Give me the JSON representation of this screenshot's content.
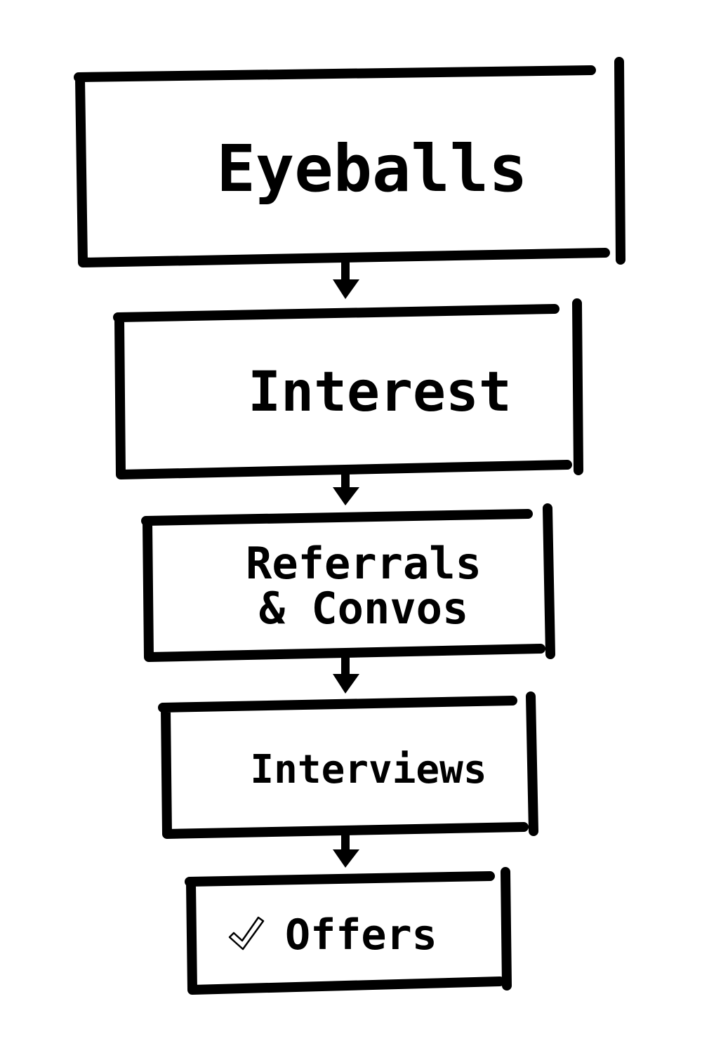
{
  "diagram": {
    "stages": [
      {
        "lines": [
          "Eyeballs"
        ]
      },
      {
        "lines": [
          "Interest"
        ]
      },
      {
        "lines": [
          "Referrals",
          "& Convos"
        ]
      },
      {
        "lines": [
          "Interviews"
        ]
      },
      {
        "lines": [
          "Offers"
        ],
        "icon": "checkmark-icon"
      }
    ],
    "connector_icon": "down-arrow-icon",
    "colors": {
      "stroke": "#000000",
      "background": "#ffffff"
    }
  }
}
